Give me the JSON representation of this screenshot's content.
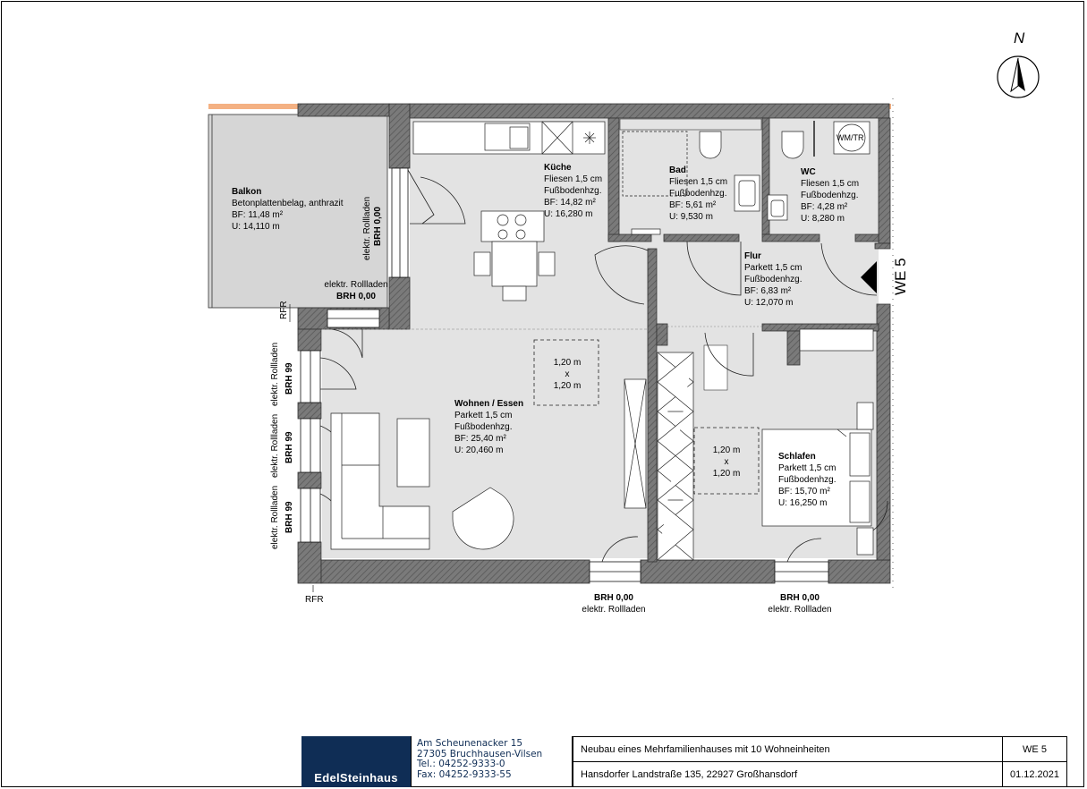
{
  "north_label": "N",
  "apartment_marker": "WE 5",
  "washer_label": "WM/TR",
  "rooms": {
    "balkon": {
      "name": "Balkon",
      "floor": "Betonplattenbelag, anthrazit",
      "area": "BF: 11,48 m²",
      "perimeter": "U: 14,110 m"
    },
    "kueche": {
      "name": "Küche",
      "floor": "Fliesen 1,5 cm",
      "heating": "Fußbodenhzg.",
      "area": "BF: 14,82 m²",
      "perimeter": "U: 16,280 m"
    },
    "bad": {
      "name": "Bad",
      "floor": "Fliesen 1,5 cm",
      "heating": "Fußbodenhzg.",
      "area": "BF: 5,61 m²",
      "perimeter": "U: 9,530 m"
    },
    "wc": {
      "name": "WC",
      "floor": "Fliesen 1,5 cm",
      "heating": "Fußbodenhzg.",
      "area": "BF: 4,28 m²",
      "perimeter": "U: 8,280 m"
    },
    "flur": {
      "name": "Flur",
      "floor": "Parkett 1,5 cm",
      "heating": "Fußbodenhzg.",
      "area": "BF: 6,83 m²",
      "perimeter": "U: 12,070 m"
    },
    "wohnen": {
      "name": "Wohnen / Essen",
      "floor": "Parkett 1,5 cm",
      "heating": "Fußbodenhzg.",
      "area": "BF: 25,40 m²",
      "perimeter": "U: 20,460 m"
    },
    "schlafen": {
      "name": "Schlafen",
      "floor": "Parkett 1,5 cm",
      "heating": "Fußbodenhzg.",
      "area": "BF: 15,70 m²",
      "perimeter": "U: 16,250 m"
    }
  },
  "clearance": {
    "line1": "1,20 m",
    "line2": "x",
    "line3": "1,20 m"
  },
  "windows": {
    "rollladen": "elektr. Rollladen",
    "brh_000": "BRH 0,00",
    "brh_99": "BRH 99",
    "rfr": "RFR"
  },
  "title_block": {
    "company": "EdelSteinhaus",
    "street": "Am Scheunenacker 15",
    "city": "27305 Bruchhausen-Vilsen",
    "tel": "Tel.: 04252-9333-0",
    "fax": "Fax: 04252-9333-55",
    "project": "Neubau eines Mehrfamilienhauses mit 10 Wohneinheiten",
    "unit": "WE 5",
    "address": "Hansdorfer Landstraße 135, 22927 Großhansdorf",
    "date": "01.12.2021"
  },
  "colors": {
    "wall": "#737373",
    "floor": "#e3e3e3",
    "balcony_edge": "#f4b183",
    "logo_bg": "#0f2d55",
    "logo_crown": "#f5c400"
  }
}
